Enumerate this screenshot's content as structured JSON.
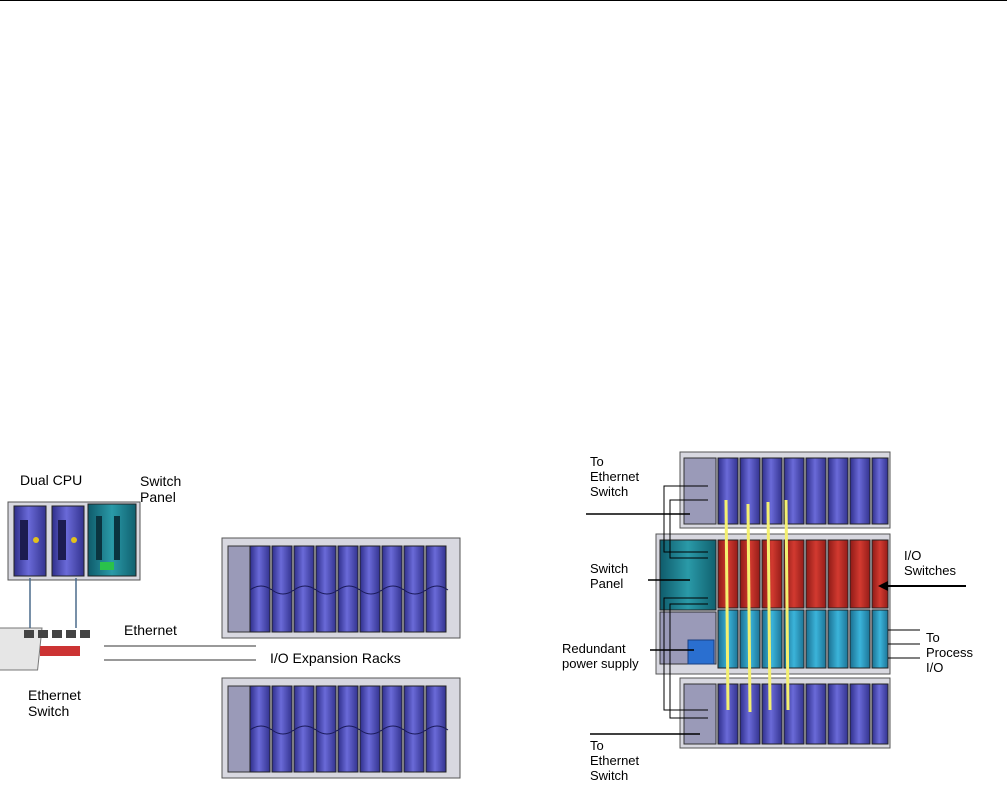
{
  "left_figure": {
    "labels": {
      "dual_cpu": "Dual CPU",
      "switch_panel": "Switch\nPanel",
      "ethernet": "Ethernet",
      "io_expansion_racks": "I/O Expansion Racks",
      "ethernet_switch": "Ethernet\nSwitch"
    }
  },
  "right_figure": {
    "labels": {
      "to_ethernet_switch_top": "To\nEthernet\nSwitch",
      "switch_panel": "Switch\nPanel",
      "io_switches": "I/O\nSwitches",
      "redundant_power_supply": "Redundant\npower supply",
      "to_process_io": "To\nProcess\nI/O",
      "to_ethernet_switch_bottom": "To\nEthernet\nSwitch"
    }
  },
  "colors": {
    "module_blue": "#4a4ab8",
    "switch_red": "#c22a24",
    "io_cyan": "#2a9ec4",
    "cable_yellow": "#f4f070",
    "panel_teal": "#1b7a8c"
  }
}
